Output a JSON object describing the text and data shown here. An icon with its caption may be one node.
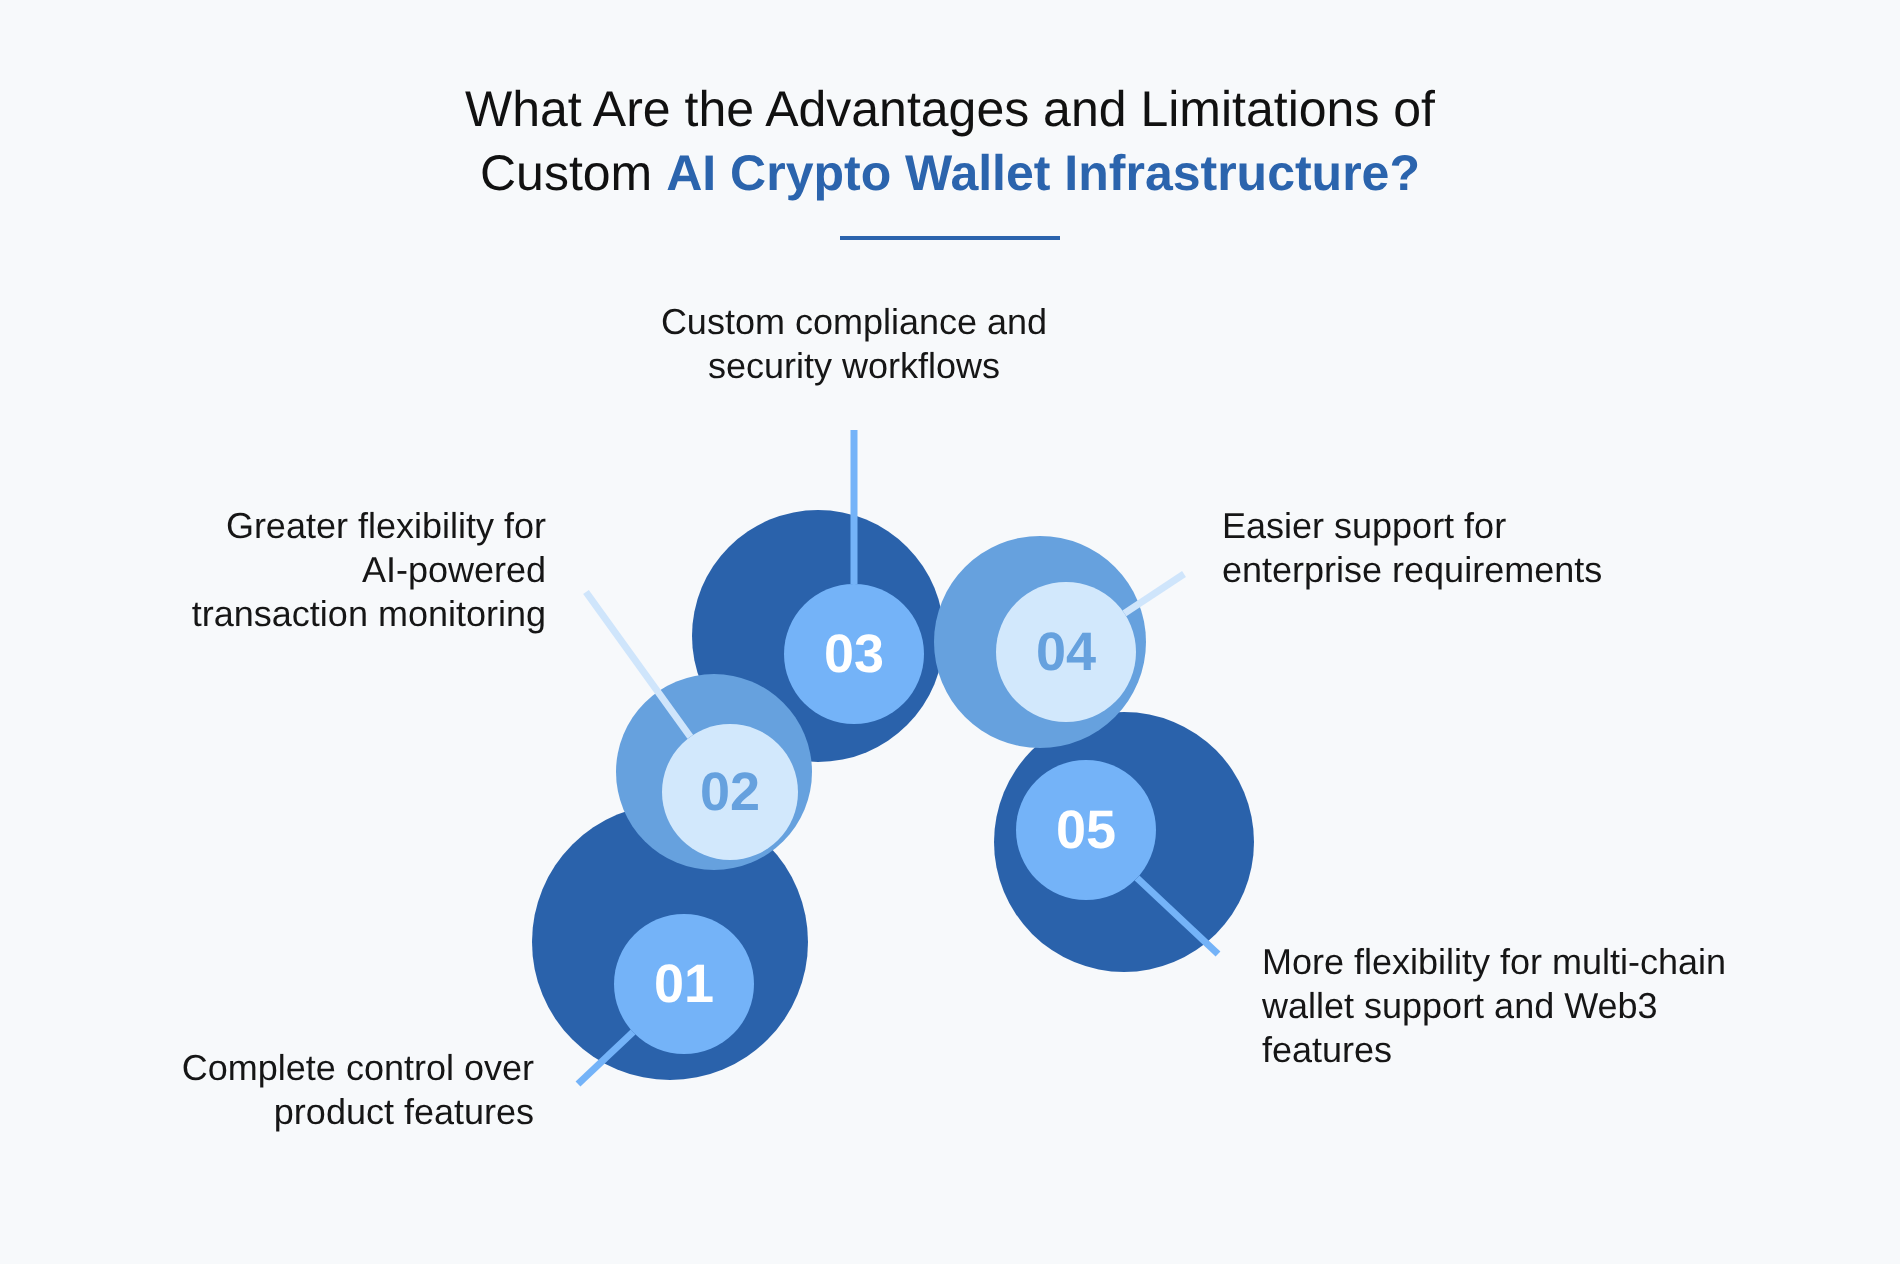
{
  "diagram": {
    "title": "What Are the Advantages and Limitations of Custom **AI Crypto Wallet Infrastructure?**",
    "nodes": [
      {
        "text": [],
        "shape": "circle"
      },
      {
        "text": [
          "01"
        ],
        "in": 0
      },
      {
        "text": [
          "Complete control over product features"
        ]
      },
      {
        "text": [],
        "shape": "circle"
      },
      {
        "text": [
          "02"
        ],
        "in": 3
      },
      {
        "text": [
          "Greater flexibility for AI-powered transaction monitoring"
        ]
      },
      {
        "text": [],
        "shape": "circle"
      },
      {
        "text": [
          "03"
        ],
        "in": 6
      },
      {
        "text": [
          "Custom compliance and security workflows"
        ]
      },
      {
        "text": [],
        "shape": "circle"
      },
      {
        "text": [
          "04"
        ],
        "in": 9
      },
      {
        "text": [
          "Easier support for enterprise requirements"
        ]
      },
      {
        "text": [],
        "shape": "circle"
      },
      {
        "text": [
          "05"
        ],
        "in": 12
      },
      {
        "text": [
          "More flexibility for multi-chain wallet support and Web3 features"
        ]
      }
    ],
    "edges": [
      {
        "from": 2,
        "to": 1,
        "arrow": "none"
      },
      {
        "from": 5,
        "to": 4,
        "arrow": "none",
        "color": "#cfe5fb"
      },
      {
        "from": 8,
        "to": 7,
        "arrow": "none"
      },
      {
        "from": 11,
        "to": 10,
        "arrow": "none",
        "color": "#cfe5fb"
      },
      {
        "from": 14,
        "to": 13,
        "arrow": "none"
      }
    ]
  }
}
